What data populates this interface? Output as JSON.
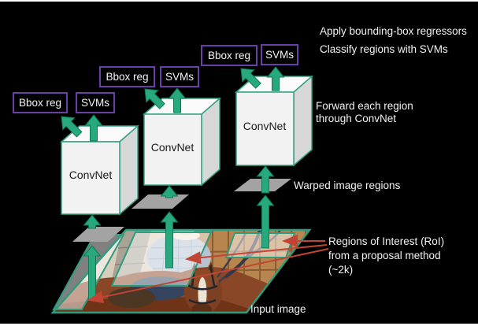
{
  "colors": {
    "background": "#000000",
    "slide_edge": "#ffffff",
    "arrow_green": "#27a87d",
    "label_border_purple": "#6a3fa8",
    "pointer_red": "#c24434",
    "diagram_teal": "#2e9c7d",
    "text_white": "#f2f2f2"
  },
  "annotations": {
    "apply_bbox_regressors": "Apply bounding-box regressors",
    "classify_svms": "Classify regions with SVMs",
    "forward_region_line1": "Forward each region",
    "forward_region_line2": "through ConvNet",
    "warped_regions": "Warped image regions",
    "roi_line1": "Regions of Interest (RoI)",
    "roi_line2": "from a proposal method",
    "roi_line3": "(~2k)",
    "input_image": "Input image"
  },
  "pipelines": [
    {
      "convnet": "ConvNet",
      "bbox_reg": "Bbox reg",
      "svms": "SVMs"
    },
    {
      "convnet": "ConvNet",
      "bbox_reg": "Bbox reg",
      "svms": "SVMs"
    },
    {
      "convnet": "ConvNet",
      "bbox_reg": "Bbox reg",
      "svms": "SVMs"
    }
  ]
}
